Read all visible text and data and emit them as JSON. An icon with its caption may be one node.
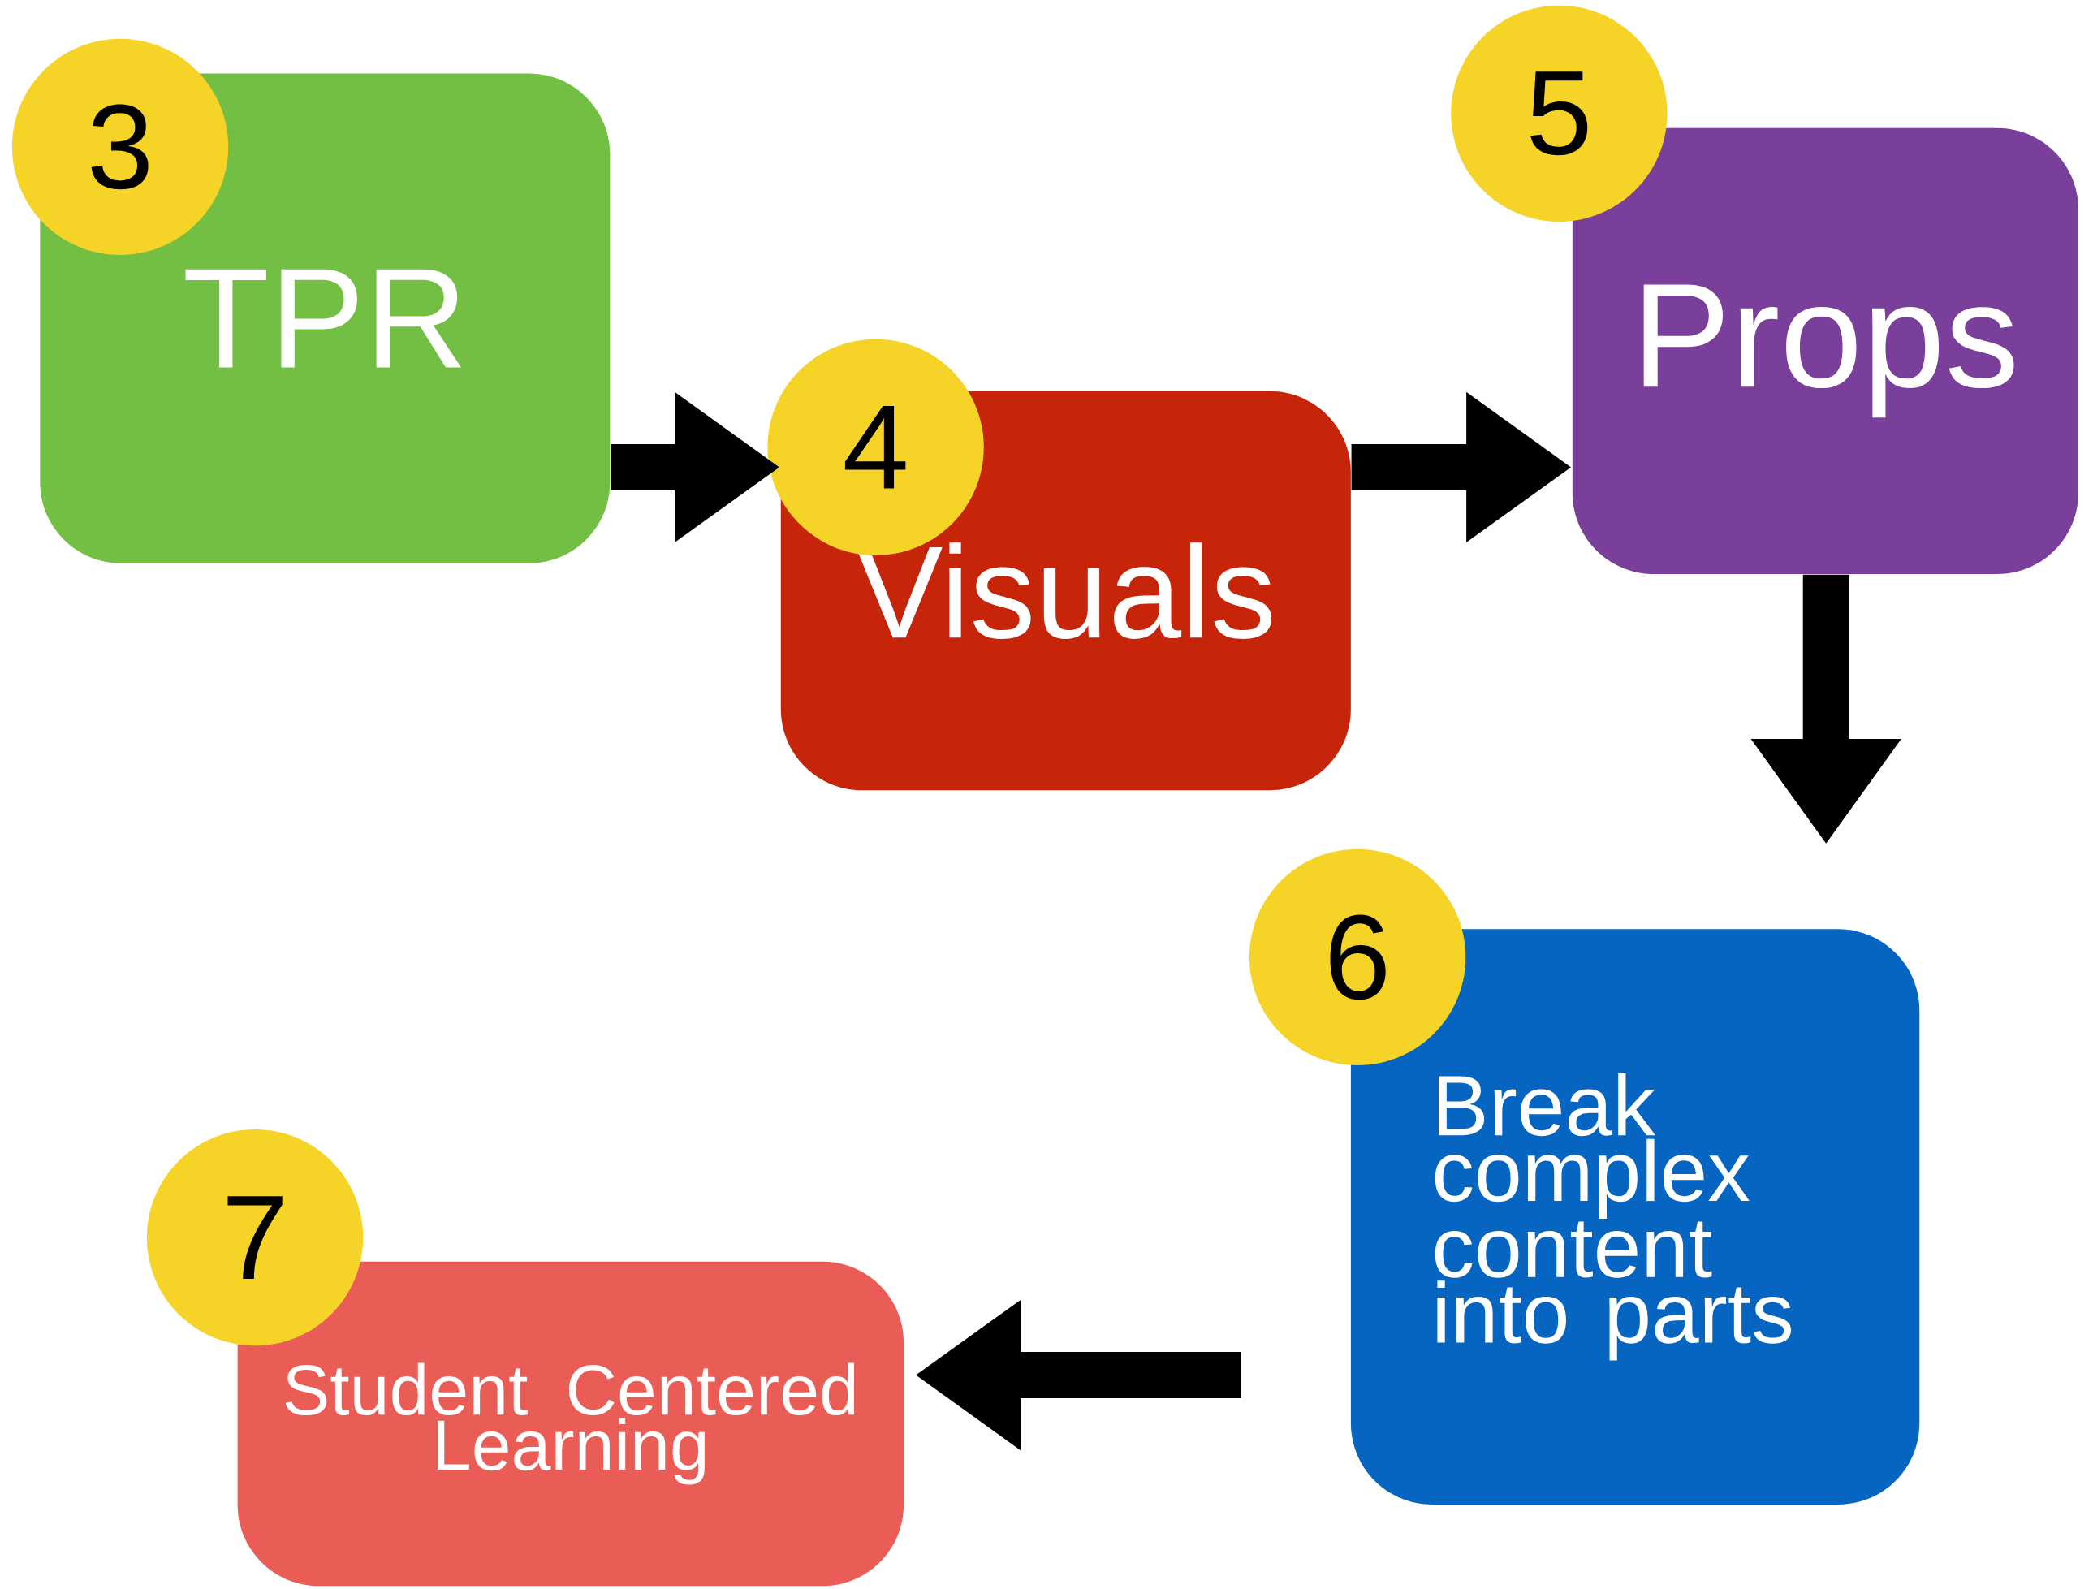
{
  "diagram": {
    "nodes": [
      {
        "text": [
          "3"
        ]
      },
      {
        "text": [
          "TPR"
        ]
      },
      {
        "text": [
          "4"
        ]
      },
      {
        "text": [
          "Visuals"
        ]
      },
      {
        "text": [
          "5"
        ]
      },
      {
        "text": [
          "Props"
        ]
      },
      {
        "text": [
          "6"
        ]
      },
      {
        "text": [
          "Break complex content into parts"
        ]
      },
      {
        "text": [
          "7"
        ]
      },
      {
        "text": [
          "Student Centered Learning"
        ]
      }
    ],
    "edges": [
      {
        "from": 1,
        "to": 3,
        "arrow": "to"
      },
      {
        "from": 3,
        "to": 5,
        "arrow": "to"
      },
      {
        "from": 5,
        "to": 7,
        "arrow": "to"
      },
      {
        "from": 7,
        "to": 9,
        "arrow": "to"
      }
    ]
  }
}
